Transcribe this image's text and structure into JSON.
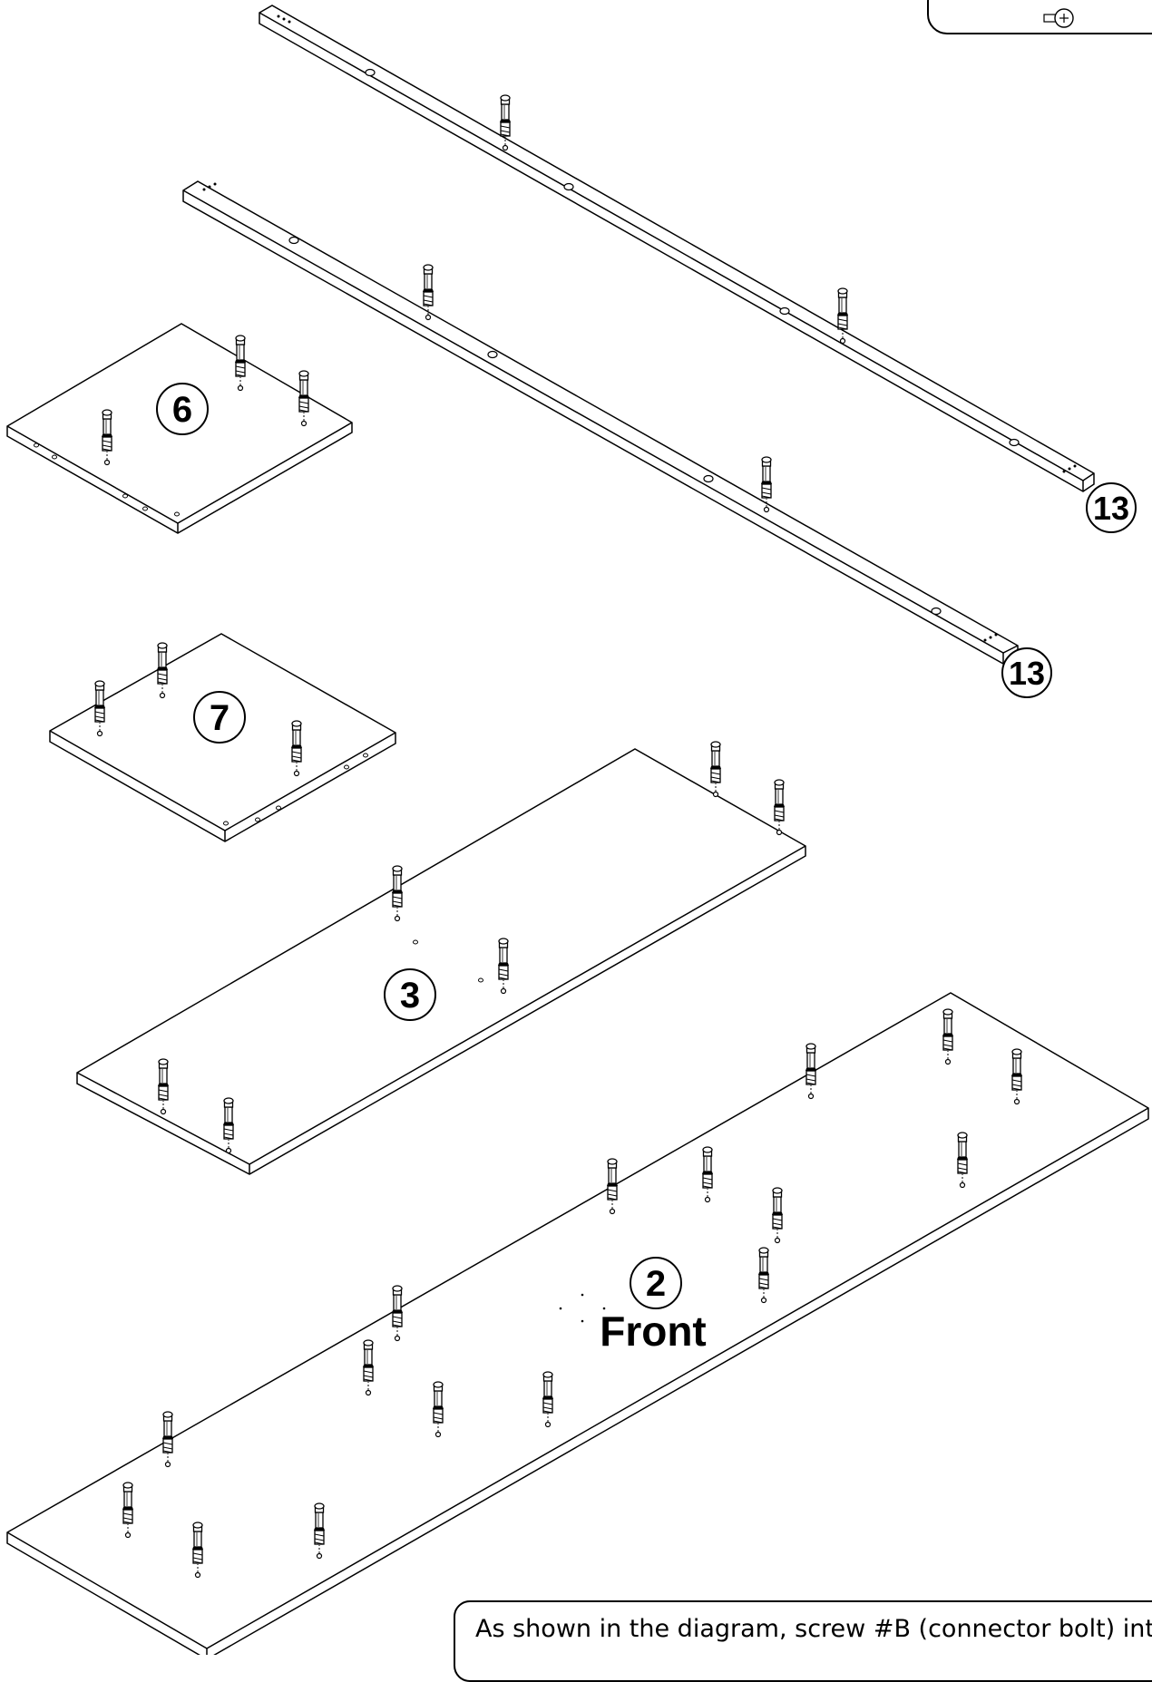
{
  "parts": {
    "part_2": "2",
    "part_3": "3",
    "part_6": "6",
    "part_7": "7",
    "part_13_top": "13",
    "part_13_bottom": "13",
    "front_label": "Front"
  },
  "caption": {
    "text": "As shown in the diagram, screw #B (connector bolt) into t"
  },
  "icons": {
    "connector_bolt": "connector-bolt-icon",
    "inset_bolt": "bolt-detail-icon"
  }
}
